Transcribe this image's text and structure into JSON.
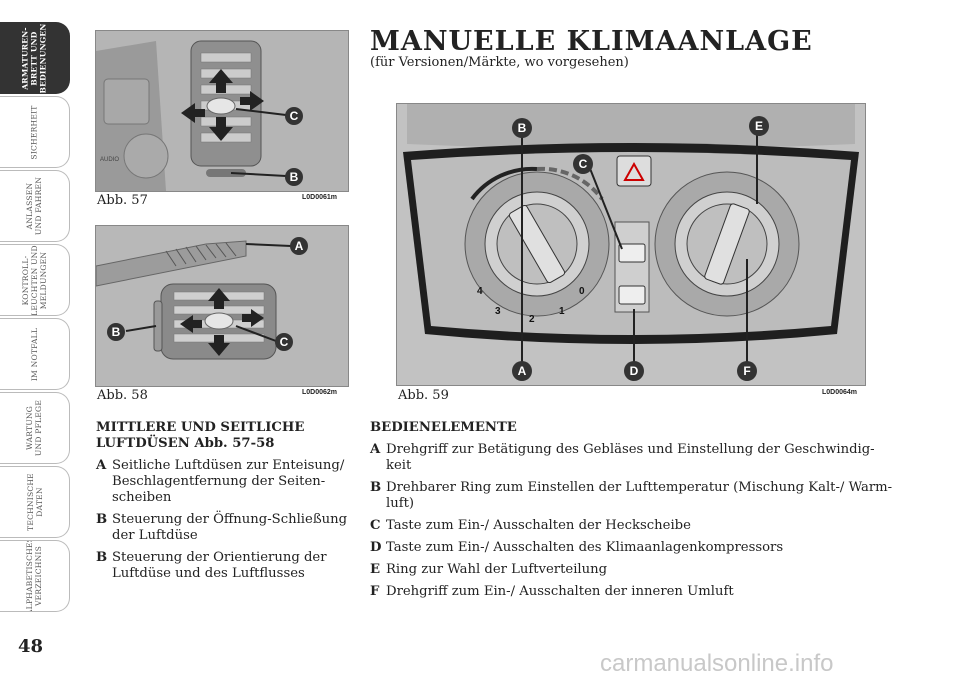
{
  "sidebar": {
    "tabs": [
      {
        "label": "ARMATUREN-\nBRETT UND\nBEDIENUNGEN",
        "active": true
      },
      {
        "label": "SICHERHEIT",
        "active": false
      },
      {
        "label": "ANLASSEN\nUND FAHREN",
        "active": false
      },
      {
        "label": "KONTROLL-\nLEUCHTEN UND\nMELDUNGEN",
        "active": false
      },
      {
        "label": "IM NOTFALL",
        "active": false
      },
      {
        "label": "WARTUNG\nUND PFLEGE",
        "active": false
      },
      {
        "label": "TECHNISCHE\nDATEN",
        "active": false
      },
      {
        "label": "ALPHABETISCHES\nVERZEICHNIS",
        "active": false
      }
    ]
  },
  "page_number": "48",
  "figures": {
    "fig57": {
      "caption": "Abb. 57",
      "code": "L0D0061m",
      "labels": [
        "C",
        "B"
      ],
      "panel_text": "AUDIO"
    },
    "fig58": {
      "caption": "Abb. 58",
      "code": "L0D0062m",
      "labels": [
        "A",
        "B",
        "C"
      ]
    },
    "fig59": {
      "caption": "Abb. 59",
      "code": "L0D0064m",
      "labels": [
        "B",
        "E",
        "C",
        "A",
        "D",
        "F"
      ],
      "dial_numbers": [
        "4",
        "3",
        "2",
        "1",
        "0"
      ]
    }
  },
  "title": "MANUELLE KLIMAANLAGE",
  "subtitle": "(für Versionen/Märkte, wo vorgesehen)",
  "left_section": {
    "heading": "MITTLERE UND SEITLICHE LUFTDÜSEN Abb. 57-58",
    "items": [
      {
        "key": "A",
        "text": "Seitliche Luftdüsen zur Enteisung/ Beschlagentfernung der Seiten- scheiben"
      },
      {
        "key": "B",
        "text": "Steuerung der Öffnung-Schließung der Luftdüse"
      },
      {
        "key": "B",
        "text": "Steuerung der Orientierung der Luftdüse und des Luftflusses"
      }
    ]
  },
  "right_section": {
    "heading": "BEDIENELEMENTE",
    "items": [
      {
        "key": "A",
        "text": "Drehgriff zur Betätigung des Gebläses und Einstellung der Geschwindig- keit"
      },
      {
        "key": "B",
        "text": "Drehbarer Ring zum Einstellen der Lufttemperatur (Mischung Kalt-/ Warm- luft)"
      },
      {
        "key": "C",
        "text": "Taste zum Ein-/ Ausschalten der Heckscheibe"
      },
      {
        "key": "D",
        "text": "Taste zum Ein-/ Ausschalten des Klimaanlagenkompressors"
      },
      {
        "key": "E",
        "text": "Ring zur Wahl der Luftverteilung"
      },
      {
        "key": "F",
        "text": "Drehgriff zum Ein-/ Ausschalten der inneren Umluft"
      }
    ]
  },
  "watermark": "carmanualsonline.info"
}
